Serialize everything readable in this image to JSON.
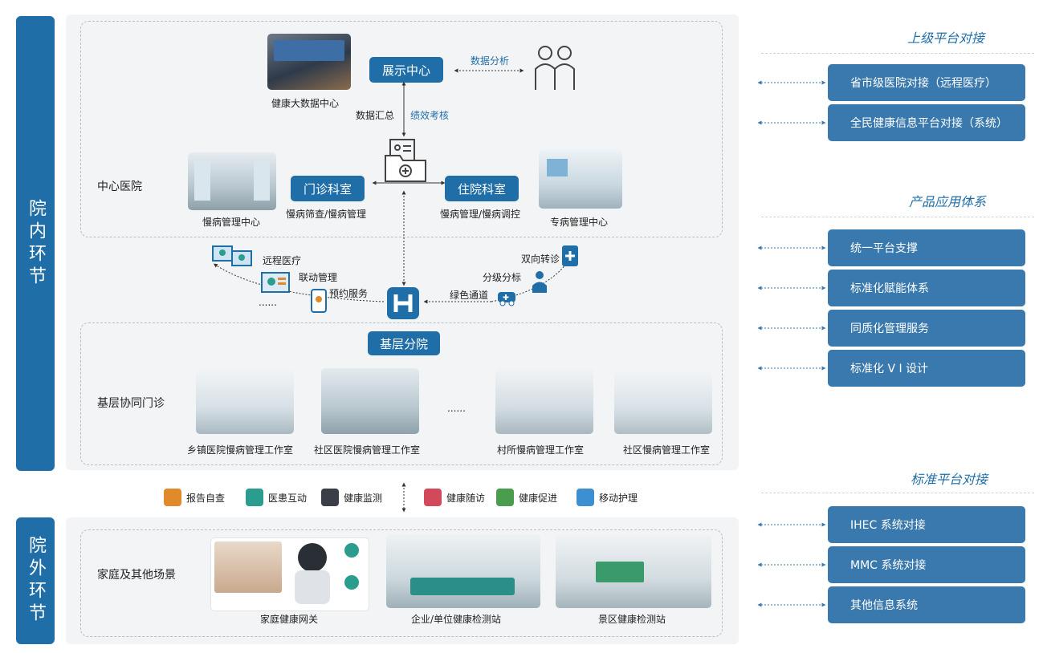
{
  "sidebars": {
    "inner": "院内环节",
    "outer": "院外环节"
  },
  "center": {
    "display_center": "展示中心",
    "data_analysis": "数据分析",
    "big_data_center": "健康大数据中心",
    "data_summary": "数据汇总",
    "performance": "绩效考核",
    "central_hospital": "中心医院",
    "outpatient": "门诊科室",
    "outpatient_sub": "慢病筛查/慢病管理",
    "inpatient": "住院科室",
    "inpatient_sub": "慢病管理/慢病调控",
    "chronic_center": "慢病管理中心",
    "special_center": "专病管理中心"
  },
  "middle": {
    "remote": "远程医疗",
    "linkage": "联动管理",
    "appointment": "预约服务",
    "ellipsis": "......",
    "referral": "双向转诊",
    "triage": "分级分标",
    "green": "绿色通道"
  },
  "grassroots": {
    "branch": "基层分院",
    "collab": "基层协同门诊",
    "ellipsis": "......",
    "photos": [
      "乡镇医院慢病管理工作室",
      "社区医院慢病管理工作室",
      "村所慢病管理工作室",
      "社区慢病管理工作室"
    ]
  },
  "services": [
    "报告自查",
    "医患互动",
    "健康监测",
    "健康随访",
    "健康促进",
    "移动护理"
  ],
  "outside": {
    "scene": "家庭及其他场景",
    "photos": [
      "家庭健康网关",
      "企业/单位健康检测站",
      "景区健康检测站"
    ]
  },
  "right": {
    "upper_title": "上级平台对接",
    "upper_items": [
      "省市级医院对接（远程医疗）",
      "全民健康信息平台对接（系统）"
    ],
    "product_title": "产品应用体系",
    "product_items": [
      "统一平台支撑",
      "标准化赋能体系",
      "同质化管理服务",
      "标准化 V I 设计"
    ],
    "standard_title": "标准平台对接",
    "standard_items": [
      "IHEC  系统对接",
      "MMC 系统对接",
      "其他信息系统"
    ]
  },
  "colors": {
    "primary": "#1f6ea8",
    "right_box": "#3a79ad",
    "panel": "#f3f4f6"
  }
}
